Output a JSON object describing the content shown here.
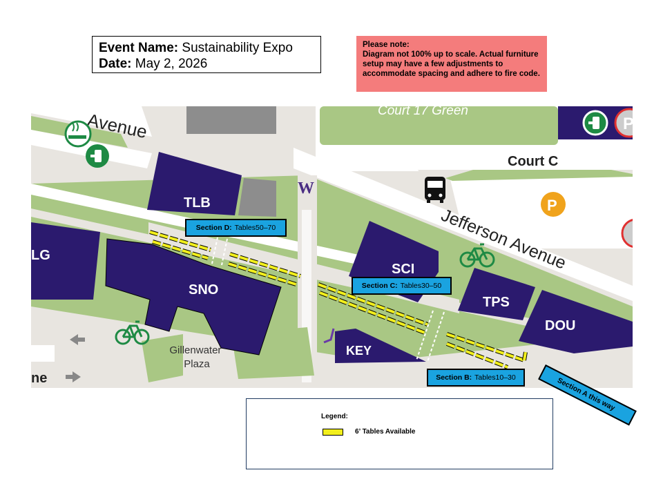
{
  "event": {
    "name_label": "Event Name:",
    "name_value": "Sustainability Expo",
    "date_label": "Date:",
    "date_value": "May 2, 2026"
  },
  "note": {
    "title": "Please note:",
    "text": "Diagram not 100% up to scale. Actual furniture setup may have a few adjustments to accommodate spacing and adhere to fire code."
  },
  "map": {
    "streets": {
      "top_avenue": "Avenue",
      "court_green": "Court 17 Green",
      "court_c": "Court C",
      "jefferson": "Jefferson Avenue",
      "bottom_left": "ne"
    },
    "buildings": {
      "tlb": "TLB",
      "lg": "LG",
      "sno": "SNO",
      "sci": "SCI",
      "tps": "TPS",
      "dou": "DOU",
      "key": "KEY"
    },
    "plaza": "Gillenwater Plaza",
    "logo": "W",
    "parking": "P",
    "colors": {
      "building": "#2b1a6e",
      "lawn": "#a9c784",
      "path": "#e8e5e0",
      "tables": "#f2ef1c",
      "section_label": "#1aa3e0"
    },
    "icons": [
      "smoking-area-icon",
      "ev-charging-icon",
      "bus-icon",
      "parking-icon",
      "bicycle-icon",
      "arrow-left-icon",
      "arrow-right-icon"
    ]
  },
  "sections": {
    "d": {
      "name": "Section D:",
      "tables": "Tables50–70"
    },
    "c": {
      "name": "Section C:",
      "tables": "Tables30–50"
    },
    "b": {
      "name": "Section B:",
      "tables": "Tables10–30"
    },
    "a": {
      "text": "Section A this way"
    }
  },
  "legend": {
    "title": "Legend:",
    "item": "6’ Tables Available"
  }
}
